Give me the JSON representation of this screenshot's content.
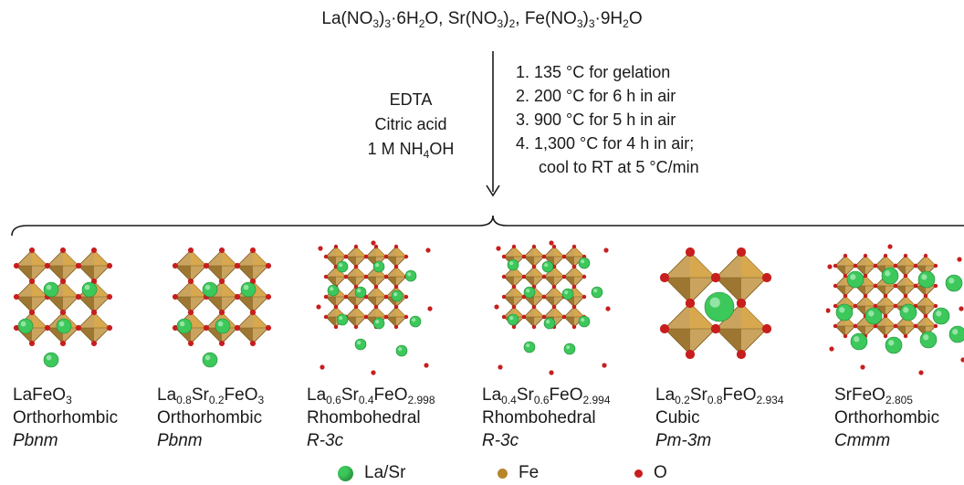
{
  "precursors": {
    "la": [
      "La(NO",
      "3",
      ")",
      "3",
      "·6H",
      "2",
      "O, "
    ],
    "sr": [
      "Sr(NO",
      "3",
      ")",
      "2",
      ", "
    ],
    "fe": [
      "Fe(NO",
      "3",
      ")",
      "3",
      "·9H",
      "2",
      "O"
    ]
  },
  "reagents": {
    "r1": "EDTA",
    "r2": "Citric acid",
    "r3a": "1 M NH",
    "r3b": "4",
    "r3c": "OH"
  },
  "steps": [
    "1.  135 °C for gelation",
    "2.  200 °C for 6 h in air",
    "3.  900 °C for 5 h in air",
    "4.  1,300 °C for 4 h in air;",
    "     cool to RT at 5 °C/min"
  ],
  "samples": [
    {
      "f1": "LaFeO",
      "s1": "3",
      "f2": "",
      "s2": "",
      "f3": "",
      "s3": "",
      "f4": "",
      "s4": "",
      "system": "Orthorhombic",
      "group": "Pbnm"
    },
    {
      "f1": "La",
      "s1": "0.8",
      "f2": "Sr",
      "s2": "0.2",
      "f3": "FeO",
      "s3": "3",
      "f4": "",
      "s4": "",
      "system": "Orthorhombic",
      "group": "Pbnm"
    },
    {
      "f1": "La",
      "s1": "0.6",
      "f2": "Sr",
      "s2": "0.4",
      "f3": "FeO",
      "s3": "2.998",
      "f4": "",
      "s4": "",
      "system": "Rhombohedral",
      "group": "R-3c"
    },
    {
      "f1": "La",
      "s1": "0.4",
      "f2": "Sr",
      "s2": "0.6",
      "f3": "FeO",
      "s3": "2.994",
      "f4": "",
      "s4": "",
      "system": "Rhombohedral",
      "group": "R-3c"
    },
    {
      "f1": "La",
      "s1": "0.2",
      "f2": "Sr",
      "s2": "0.8",
      "f3": "FeO",
      "s3": "2.934",
      "f4": "",
      "s4": "",
      "system": "Cubic",
      "group": "Pm-3m"
    },
    {
      "f1": "SrFeO",
      "s1": "2.805",
      "f2": "",
      "s2": "",
      "f3": "",
      "s3": "",
      "f4": "",
      "s4": "",
      "system": "Orthorhombic",
      "group": "Cmmm"
    }
  ],
  "legend": [
    {
      "label": "La/Sr",
      "color": "#3cc85a"
    },
    {
      "label": "Fe",
      "color": "#b8862a"
    },
    {
      "label": "O",
      "color": "#c81e1e"
    }
  ],
  "colors": {
    "octahedron": "#b8862a",
    "la_sr": "#3cc85a",
    "oxygen": "#c81e1e"
  }
}
